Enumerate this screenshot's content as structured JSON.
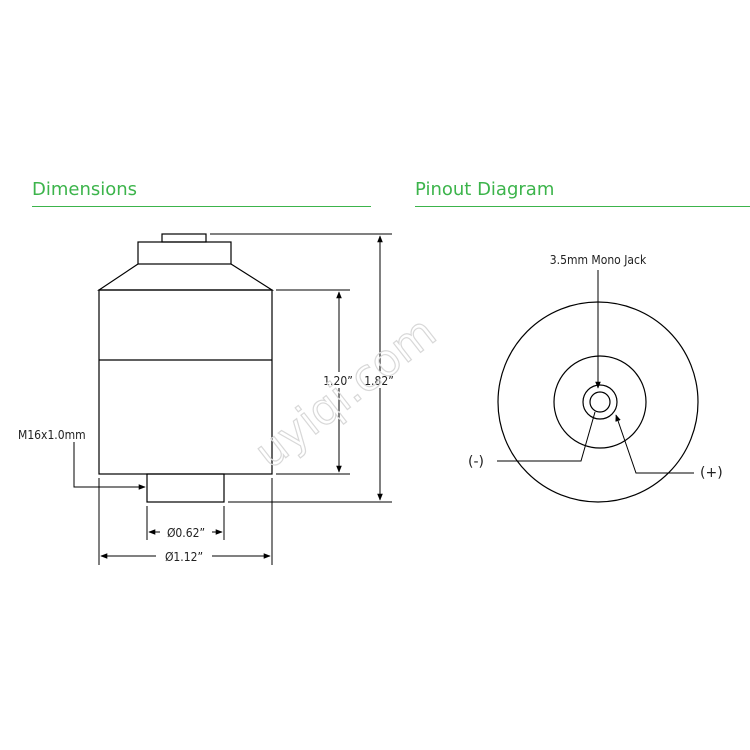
{
  "sections": {
    "dimensions_title": "Dimensions",
    "pinout_title": "Pinout Diagram"
  },
  "dimensions": {
    "height_body": "1.20”",
    "height_total": "1.82”",
    "thread": "M16x1.0mm",
    "dia_small": "Ø0.62”",
    "dia_large": "Ø1.12”"
  },
  "pinout": {
    "jack_label": "3.5mm Mono Jack",
    "negative": "(-)",
    "positive": "(+)"
  },
  "watermark": "uyiqi.com",
  "colors": {
    "accent": "#3cb44b",
    "line": "#000000"
  }
}
